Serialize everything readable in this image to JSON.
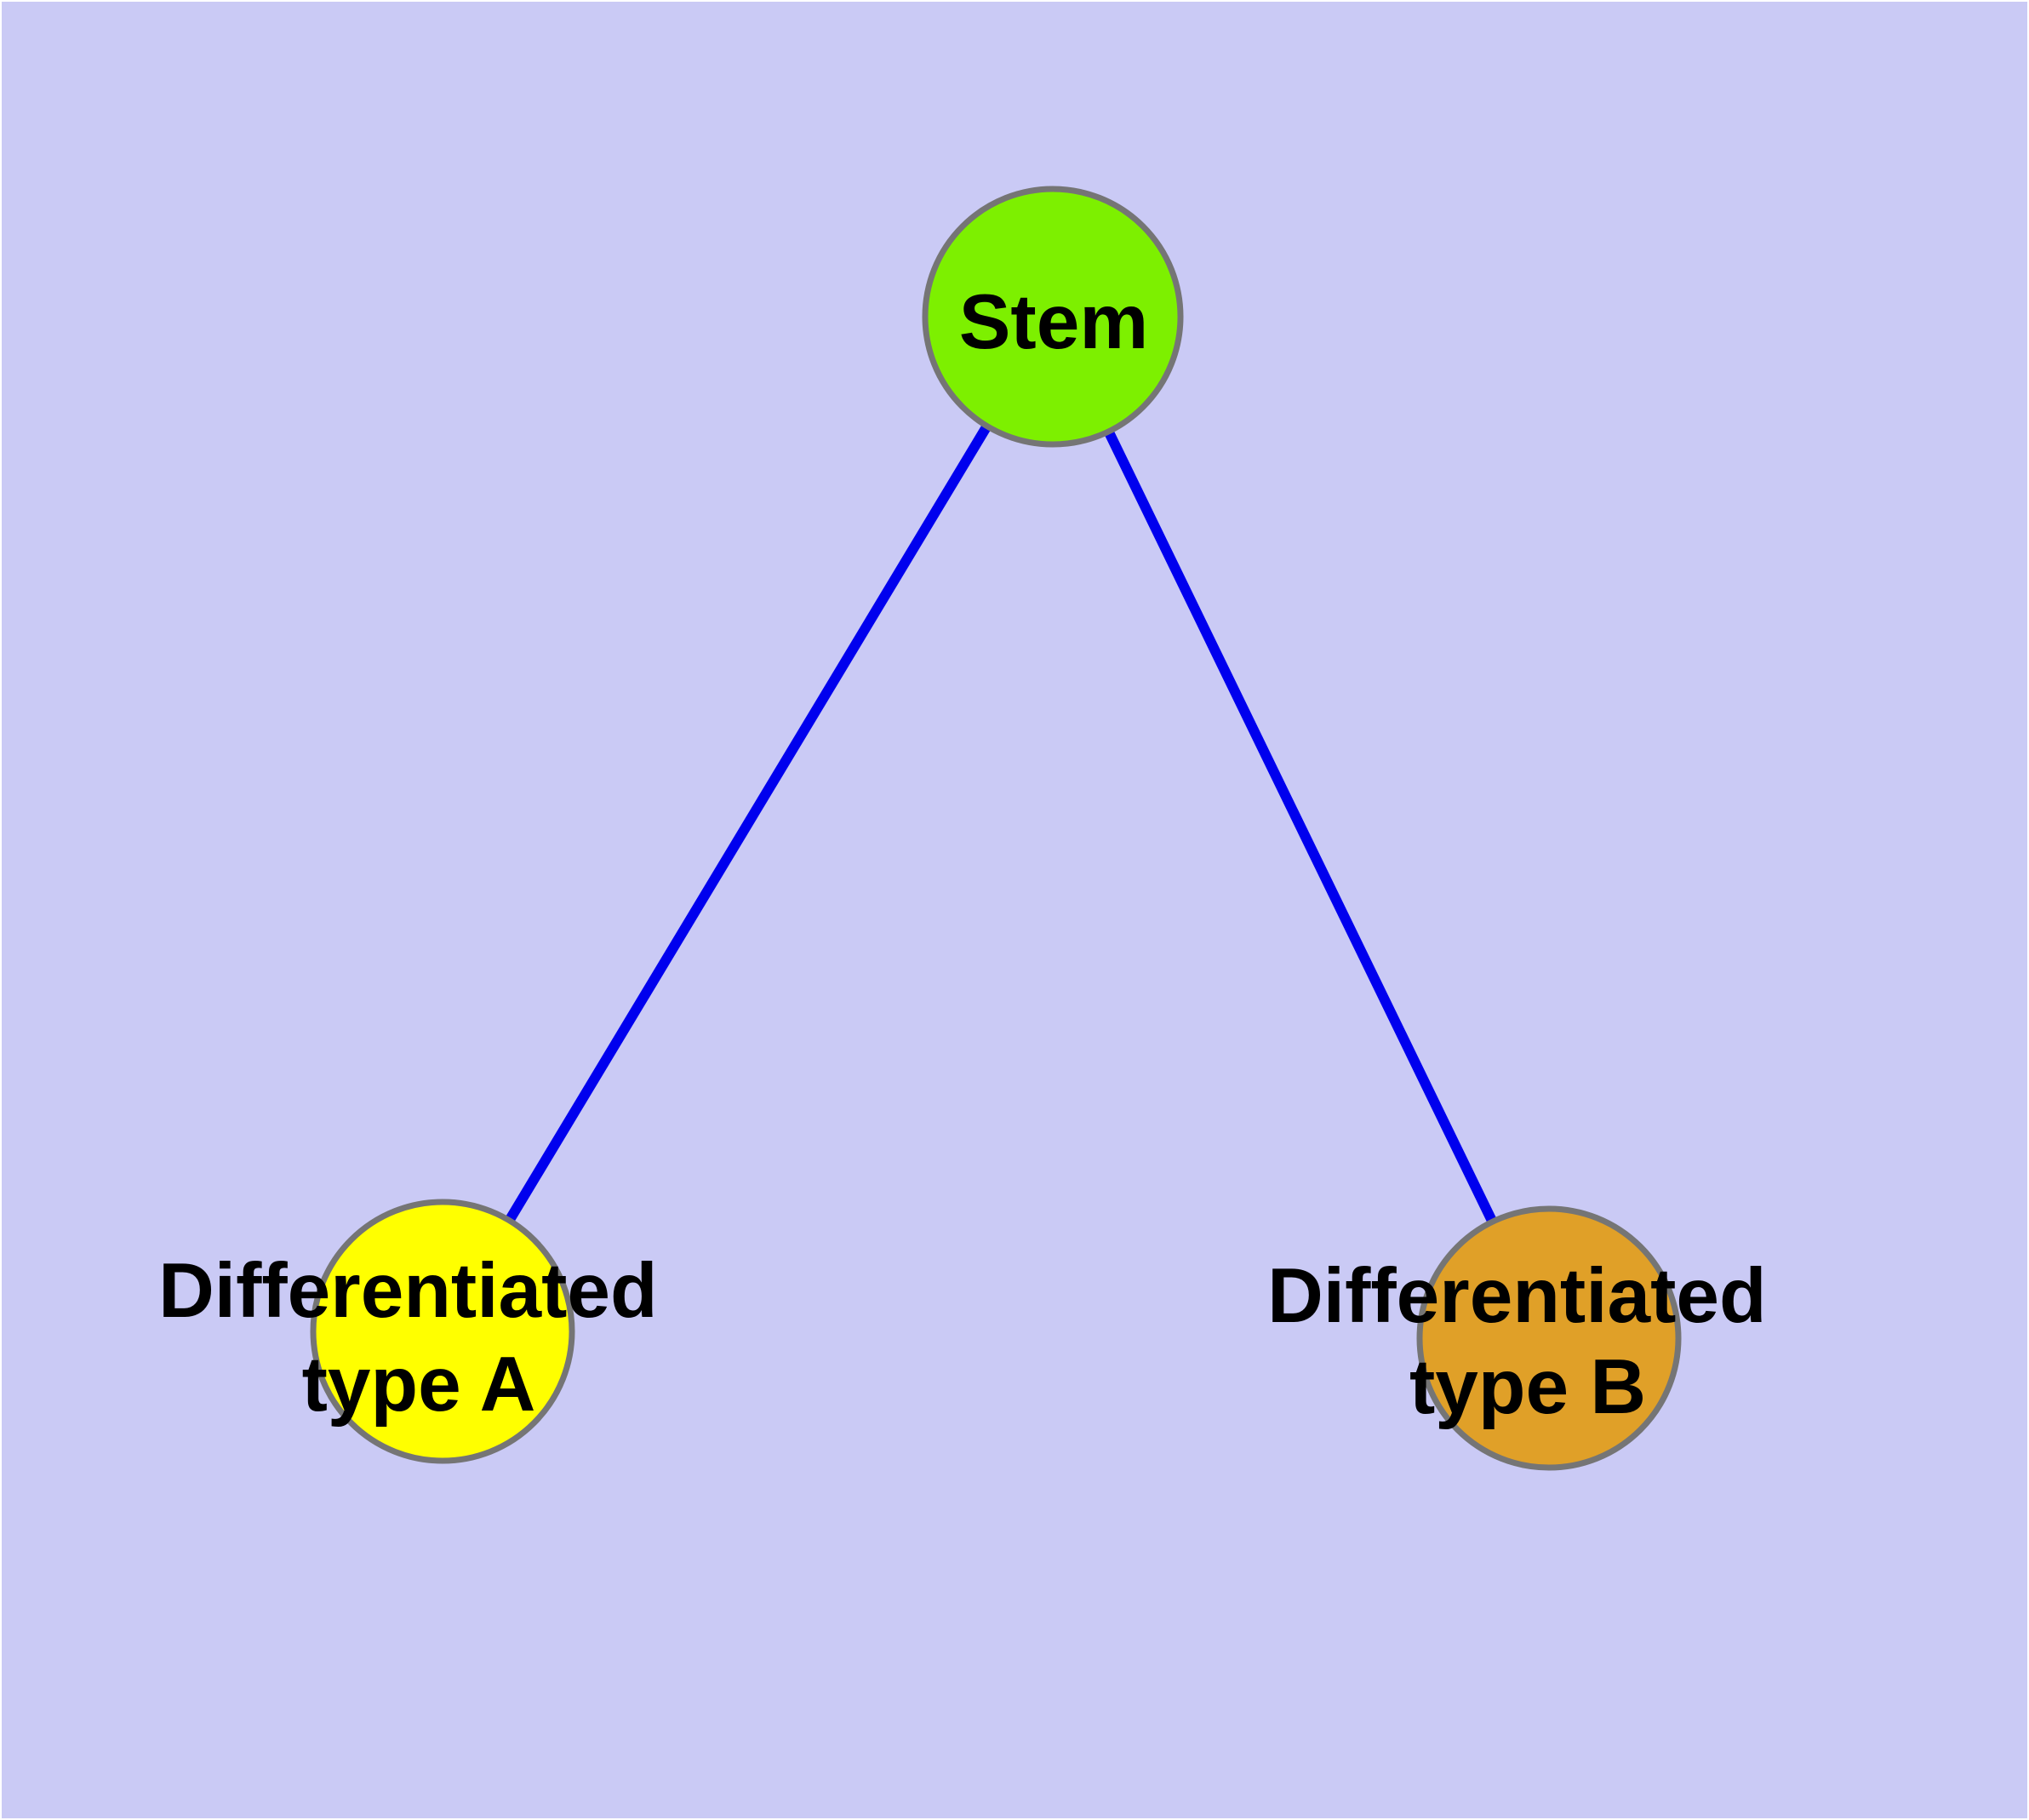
{
  "diagram": {
    "background_color": "#CACAF5",
    "edge_color": "#0000EE",
    "node_border_color": "#757575",
    "label_color": "#000000",
    "nodes": [
      {
        "id": "stem",
        "label": "Stem",
        "fill": "#7DF000"
      },
      {
        "id": "type-a",
        "label_line1": "Differentiated",
        "label_line2": "type A",
        "fill": "#FFFF00"
      },
      {
        "id": "type-b",
        "label_line1": "Differentiated",
        "label_line2": "type B",
        "fill": "#E0A028"
      }
    ],
    "edges": [
      {
        "from": "stem",
        "to": "type-a"
      },
      {
        "from": "stem",
        "to": "type-b"
      }
    ]
  }
}
